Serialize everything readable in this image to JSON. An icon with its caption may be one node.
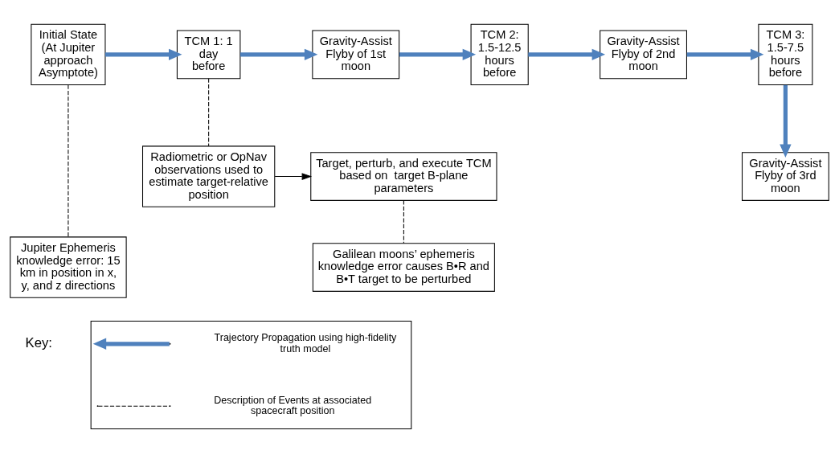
{
  "diagram": {
    "nodes": [
      {
        "text": [
          "Initial State (At Jupiter approach Asymptote)"
        ]
      },
      {
        "text": [
          "TCM 1: 1 day before"
        ]
      },
      {
        "text": [
          "Gravity-Assist Flyby of 1st moon"
        ]
      },
      {
        "text": [
          "TCM 2: 1.5-12.5 hours before"
        ]
      },
      {
        "text": [
          "Gravity-Assist Flyby of 2nd moon"
        ]
      },
      {
        "text": [
          "TCM 3: 1.5-7.5 hours before"
        ]
      },
      {
        "text": [
          "Gravity-Assist Flyby of 3rd moon"
        ]
      },
      {
        "text": [
          "Radiometric or OpNav observations used to estimate target-relative position"
        ]
      },
      {
        "text": [
          "Target, perturb, and execute TCM based on  target B-plane parameters"
        ]
      },
      {
        "text": [
          "Jupiter Ephemeris knowledge error: 15 km in position in x, y, and z directions"
        ]
      },
      {
        "text": [
          "Galilean moons’ ephemeris knowledge error causes B•R and B•T target to be perturbed"
        ]
      },
      {
        "text": [],
        "shape": "box"
      }
    ],
    "edges": [
      {
        "from": 0,
        "to": 1,
        "arrow": "to"
      },
      {
        "from": 1,
        "to": 2,
        "arrow": "to"
      },
      {
        "from": 2,
        "to": 3,
        "arrow": "to"
      },
      {
        "from": 3,
        "to": 4,
        "arrow": "to"
      },
      {
        "from": 4,
        "to": 5,
        "arrow": "to"
      },
      {
        "from": 5,
        "to": 6,
        "arrow": "to"
      },
      {
        "from": 0,
        "to": 9,
        "arrow": "none",
        "style": "dashed",
        "color": "#000000"
      },
      {
        "from": 1,
        "to": 7,
        "arrow": "none",
        "style": "dashed",
        "color": "#000000"
      },
      {
        "from": 7,
        "to": 8,
        "arrow": "to",
        "color": "#000000"
      },
      {
        "from": 8,
        "to": 10,
        "arrow": "none",
        "style": "dashed",
        "color": "#000000"
      }
    ],
    "labels": [
      "Key:"
    ],
    "legend": [
      {
        "text": "Trajectory Propagation using high-fidelity truth model"
      },
      {
        "text": "Description of Events at associated spacecraft position"
      }
    ]
  }
}
